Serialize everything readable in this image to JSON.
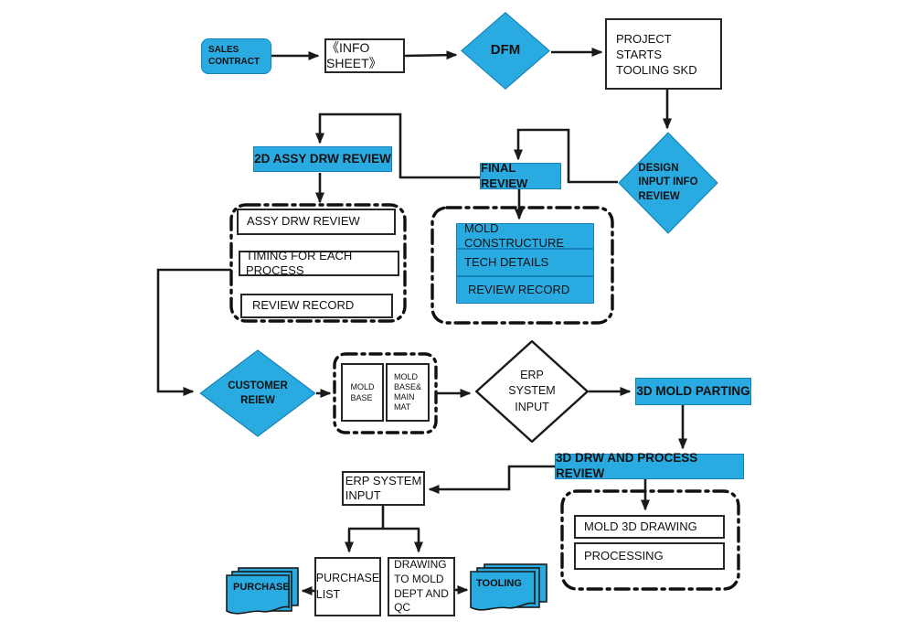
{
  "colors": {
    "node_blue": "#29ABE2",
    "node_blue_border": "#1583B8",
    "line_black": "#1A1A1A"
  },
  "nodes": {
    "sales_contract": {
      "label": "SALES\nCONTRACT"
    },
    "info_sheet": {
      "label": "《INFO SHEET》"
    },
    "dfm": {
      "label": "DFM"
    },
    "project_starts": {
      "label": "PROJECT STARTS\nTOOLING SKD"
    },
    "design_input_review": {
      "label": "DESIGN\nINPUT INFO\nREVIEW"
    },
    "assy_2d_review": {
      "label": "2D ASSY DRW REVIEW"
    },
    "final_review": {
      "label": "FINAL REVIEW"
    },
    "assy_drw_review": {
      "label": "ASSY DRW REVIEW"
    },
    "timing_each_process": {
      "label": "TIMING FOR EACH PROCESS"
    },
    "review_record_1": {
      "label": "REVIEW RECORD"
    },
    "mold_constructure": {
      "label": "MOLD CONSTRUCTURE"
    },
    "tech_details": {
      "label": "TECH DETAILS"
    },
    "review_record_2": {
      "label": "REVIEW RECORD"
    },
    "customer_review": {
      "label": "CUSTOMER\nREIEW"
    },
    "mold_base": {
      "label": "MOLD\nBASE"
    },
    "mold_base_main_mat": {
      "label": "MOLD\nBASE&\nMAIN\nMAT"
    },
    "erp_system_input_decision": {
      "label": "ERP\nSYSTEM\nINPUT"
    },
    "mold_parting_3d": {
      "label": "3D MOLD PARTING"
    },
    "drw_process_review_3d": {
      "label": "3D DRW AND PROCESS REVIEW"
    },
    "mold_3d_drawing": {
      "label": "MOLD 3D DRAWING"
    },
    "processing": {
      "label": "PROCESSING"
    },
    "erp_system_input_box": {
      "label": "ERP SYSTEM\nINPUT"
    },
    "purchase_list": {
      "label": "PURCHASE\nLIST"
    },
    "drawing_to_mold_qc": {
      "label": "DRAWING\nTO MOLD\nDEPT AND\nQC"
    },
    "purchase_doc": {
      "label": "PURCHASE"
    },
    "tooling_doc": {
      "label": "TOOLING"
    }
  }
}
